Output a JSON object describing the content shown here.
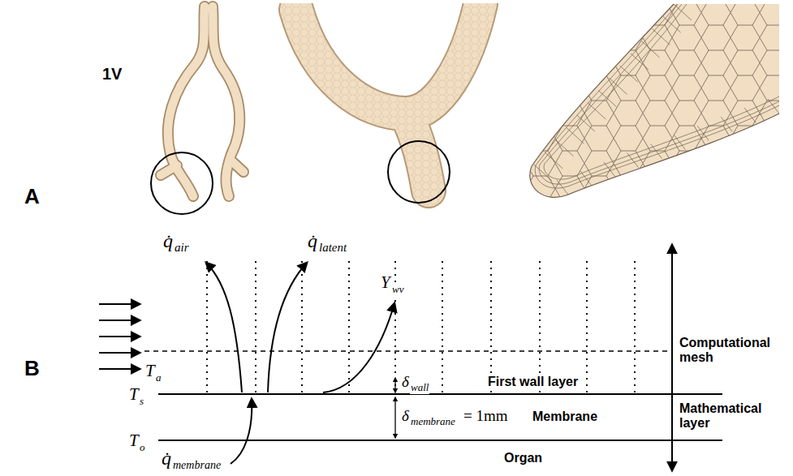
{
  "diagram": {
    "labels": [
      "A",
      "1V",
      "B",
      "q̇",
      "air",
      "q̇",
      "latent",
      "Y",
      "wv",
      "T",
      "a",
      "T",
      "s",
      "δ",
      "wall",
      "First wall layer",
      "Computational mesh",
      "T",
      "o",
      "δ",
      "membrane",
      "= 1mm",
      "Membrane",
      "Mathematical layer",
      "Organ",
      "q̇",
      "membrane"
    ]
  }
}
